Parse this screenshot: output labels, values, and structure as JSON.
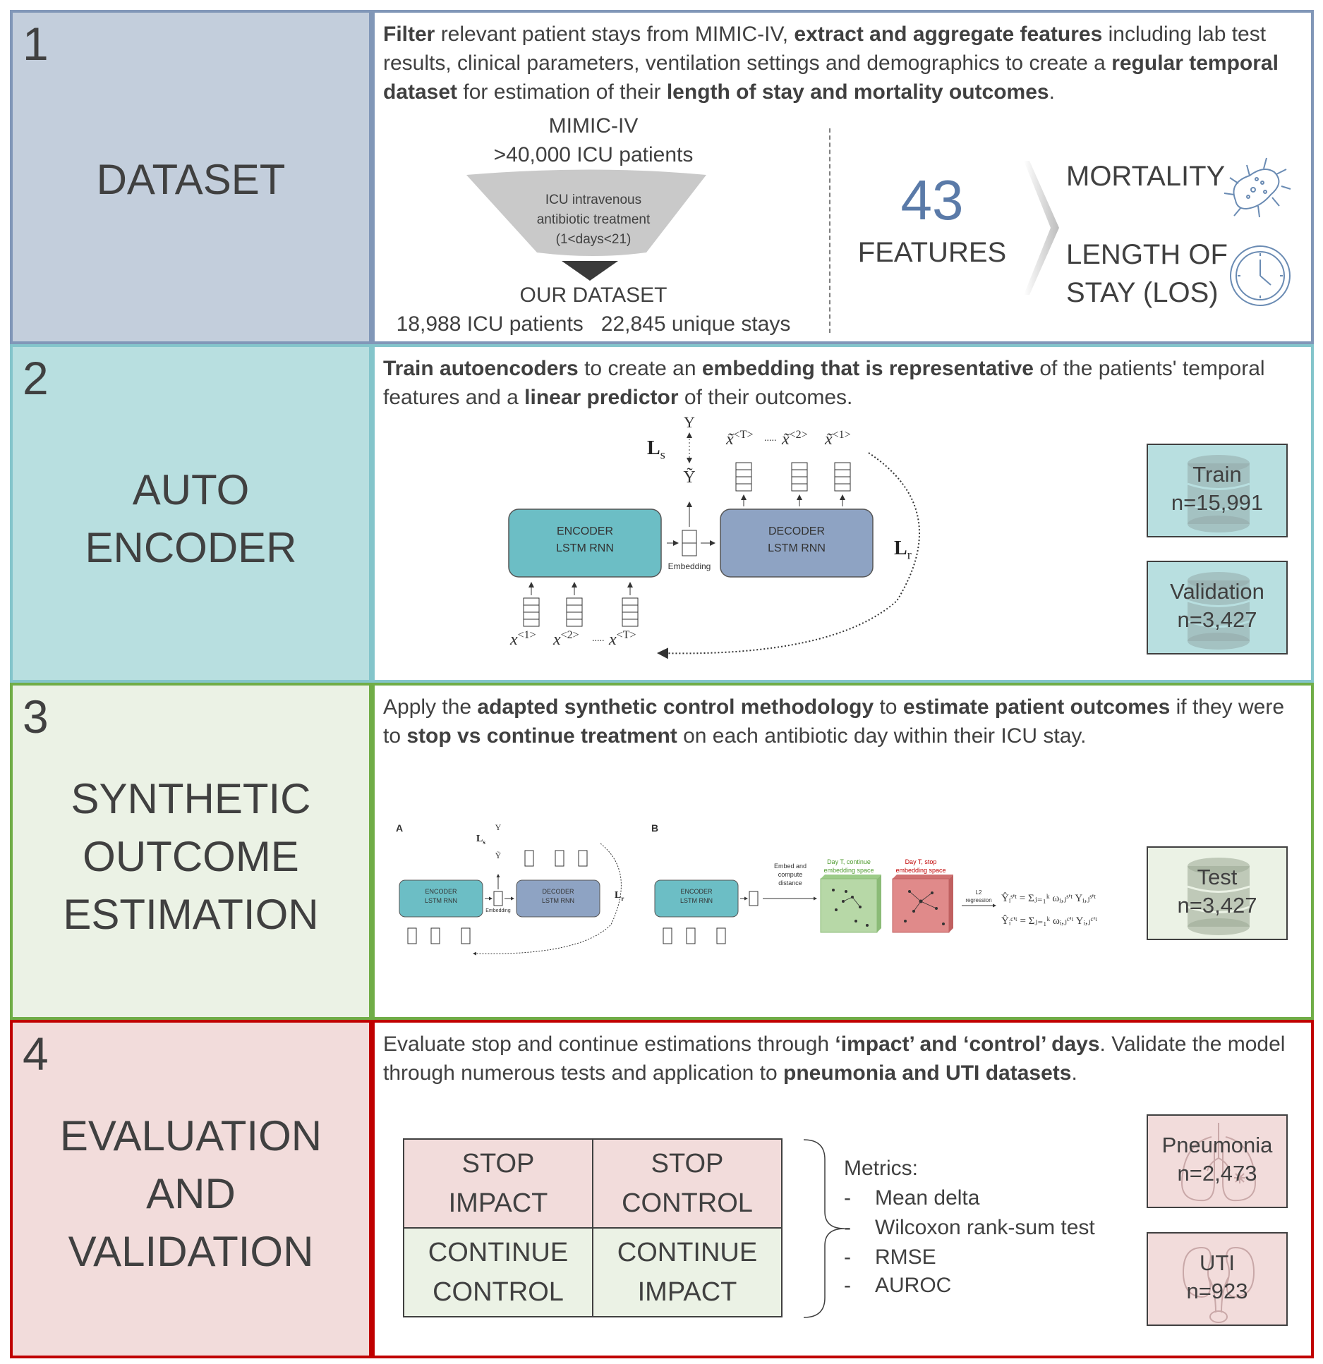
{
  "colors": {
    "dataset_fill": "#c3cedc",
    "dataset_border": "#8197b8",
    "auto_fill": "#b8dfe0",
    "auto_border": "#84c5cb",
    "synth_fill": "#ebf2e5",
    "synth_border": "#70ad47",
    "eval_fill": "#f2dcdb",
    "eval_border": "#c00000",
    "accent_blue": "#5a7aa8",
    "encoder_teal": "#6cbec5",
    "decoder_blue": "#8ea3c3",
    "green_space": "#b7d8a7",
    "red_space": "#e08a8a"
  },
  "section1": {
    "number": "1",
    "title": "DATASET",
    "desc": {
      "t1": "Filter",
      "t2": " relevant patient stays from MIMIC-IV, ",
      "t3": "extract and aggregate features",
      "t4": " including lab test results, clinical parameters, ventilation settings and demographics to create a ",
      "t5": "regular temporal dataset",
      "t6": " for estimation of their ",
      "t7": "length of stay and mortality outcomes",
      "t8": "."
    },
    "funnel_top_1": "MIMIC-IV",
    "funnel_top_2": ">40,000 ICU patients",
    "funnel_mid_1": "ICU intravenous",
    "funnel_mid_2": "antibiotic treatment",
    "funnel_mid_3": "(1<days<21)",
    "funnel_bottom_1": "OUR DATASET",
    "funnel_bottom_2": "18,988 ICU patients   22,845 unique stays",
    "features_count": "43",
    "features_label": "FEATURES",
    "outcome_1": "MORTALITY",
    "outcome_2a": "LENGTH OF",
    "outcome_2b": "STAY (LOS)",
    "icons": [
      "bacteria-icon",
      "clock-icon"
    ]
  },
  "section2": {
    "number": "2",
    "title_1": "AUTO",
    "title_2": "ENCODER",
    "desc": {
      "t1": "Train autoencoders",
      "t2": " to create an ",
      "t3": "embedding that is representative",
      "t4": " of the patients' temporal features and a ",
      "t5": "linear predictor",
      "t6": " of their outcomes."
    },
    "diagram": {
      "encoder_1": "ENCODER",
      "encoder_2": "LSTM RNN",
      "decoder_1": "DECODER",
      "decoder_2": "LSTM RNN",
      "embedding": "Embedding",
      "y": "Y",
      "y_hat": "Ỹ",
      "ls": "L",
      "ls_sub": "s",
      "lr": "L",
      "lr_sub": "r",
      "x1": "x",
      "x1_sup": "<1>",
      "x2": "x",
      "x2_sup": "<2>",
      "xT": "x",
      "xT_sup": "<T>",
      "xt_T": "x̃",
      "xt_T_sup": "<T>",
      "xt_2": "x̃",
      "xt_2_sup": "<2>",
      "xt_1": "x̃",
      "xt_1_sup": "<1>",
      "dots": "....."
    },
    "train_label": "Train",
    "train_n": "n=15,991",
    "val_label": "Validation",
    "val_n": "n=3,427"
  },
  "section3": {
    "number": "3",
    "title_1": "SYNTHETIC",
    "title_2": "OUTCOME",
    "title_3": "ESTIMATION",
    "desc": {
      "t1": "Apply the ",
      "t2": "adapted synthetic control methodology",
      "t3": " to ",
      "t4": "estimate patient outcomes",
      "t5": " if they were to ",
      "t6": "stop vs continue treatment",
      "t7": " on each antibiotic day within their ICU stay."
    },
    "panel_a": "A",
    "panel_b": "B",
    "embed_label_1": "Embed and",
    "embed_label_2": "compute",
    "embed_label_3": "distance",
    "green_label_1": "Day T, continue",
    "green_label_2": "embedding space",
    "red_label_1": "Day T, stop",
    "red_label_2": "embedding space",
    "l2_label_1": "L2",
    "l2_label_2": "regression",
    "formula_stop": "Ŷᵢˢ'ᵗ = Σⱼ₌₁ᵏ ωᵢ,ⱼˢ'ᵗ Yᵢ,ⱼˢ'ᵗ",
    "formula_cont": "Ŷᵢᶜ'ᵗ = Σⱼ₌₁ᵏ ωᵢ,ⱼᶜ'ᵗ Yᵢ,ⱼᶜ'ᵗ",
    "test_label": "Test",
    "test_n": "n=3,427"
  },
  "section4": {
    "number": "4",
    "title_1": "EVALUATION",
    "title_2": "AND",
    "title_3": "VALIDATION",
    "desc": {
      "t1": "Evaluate stop and continue estimations through ",
      "t2": "‘impact’ and ‘control’ days",
      "t3": ". Validate the model through numerous tests and application to ",
      "t4": "pneumonia and UTI datasets",
      "t5": "."
    },
    "grid": {
      "c11a": "STOP",
      "c11b": "IMPACT",
      "c12a": "STOP",
      "c12b": "CONTROL",
      "c21a": "CONTINUE",
      "c21b": "CONTROL",
      "c22a": "CONTINUE",
      "c22b": "IMPACT"
    },
    "metrics_title": "Metrics:",
    "metrics": [
      "Mean delta",
      "Wilcoxon rank-sum test",
      "RMSE",
      "AUROC"
    ],
    "bullet": "-",
    "pneumonia_label": "Pneumonia",
    "pneumonia_n": "n=2,473",
    "uti_label": "UTI",
    "uti_n": "n=923"
  }
}
